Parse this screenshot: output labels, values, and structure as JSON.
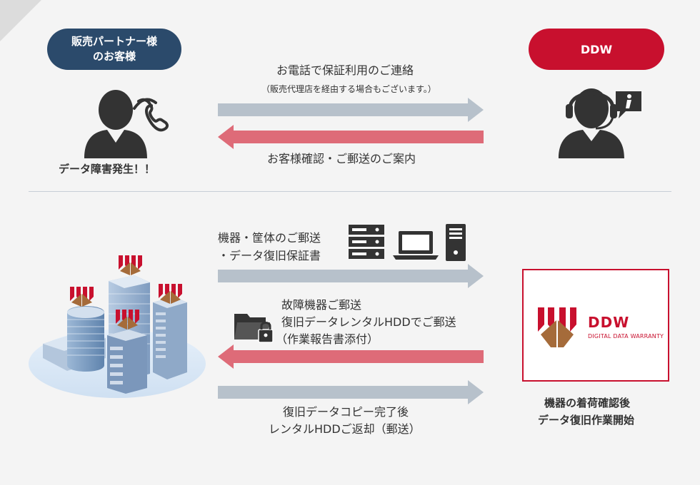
{
  "top": {
    "customer_pill_line1": "販売パートナー様",
    "customer_pill_line2": "のお客様",
    "ddw_pill": "DDW",
    "arrow1_label": "お電話で保証利用のご連絡",
    "arrow1_note": "（販売代理店を経由する場合もございます。）",
    "arrow2_label": "お客様確認・ご郵送のご案内",
    "customer_caption": "データ障害発生！！"
  },
  "bottom": {
    "send_label_line1": "機器・筐体のご郵送",
    "send_label_line2": "・データ復旧保証書",
    "return_label_line1": "故障機器ご郵送",
    "return_label_line2": "復旧データレンタルHDDでご郵送",
    "return_label_line3": "（作業報告書添付）",
    "final_label_line1": "復旧データコピー完了後",
    "final_label_line2": "レンタルHDDご返却（郵送）",
    "ddw_caption_line1": "機器の着荷確認後",
    "ddw_caption_line2": "データ復旧作業開始",
    "logo_name": "DDW",
    "logo_sub": "DIGITAL DATA WARRANTY"
  },
  "icons": [
    "person-phone-icon",
    "operator-headset-icon",
    "info-bubble-icon",
    "server-rack-icon",
    "laptop-icon",
    "desktop-tower-icon",
    "locked-folder-icon",
    "office-buildings-icon",
    "ddw-logo"
  ],
  "colors": {
    "navy": "#2b4a6b",
    "red": "#c8102e",
    "gray_arrow": "#b7c1cb",
    "pink_arrow": "#de6b78",
    "icon_dark": "#333333"
  }
}
